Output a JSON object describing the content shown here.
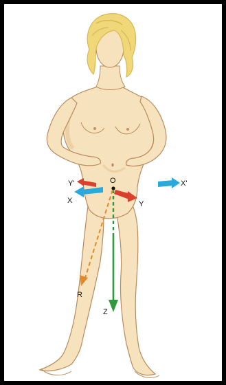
{
  "figure": {
    "labels": {
      "origin": "O",
      "x": "X",
      "x_prime": "X'",
      "y": "Y",
      "y_prime": "Y'",
      "z": "Z",
      "r": "R"
    },
    "colors": {
      "skin": "#f6e2bd",
      "skin_shadow": "#e9c99a",
      "outline": "#b88a5c",
      "hair": "#f0d77a",
      "hair_dark": "#d9b84e",
      "x_axis": "#2ba9dc",
      "y_axis": "#d9412e",
      "z_axis": "#2e9a3c",
      "r_vector": "#e28a2b",
      "frame": "#000000"
    }
  }
}
